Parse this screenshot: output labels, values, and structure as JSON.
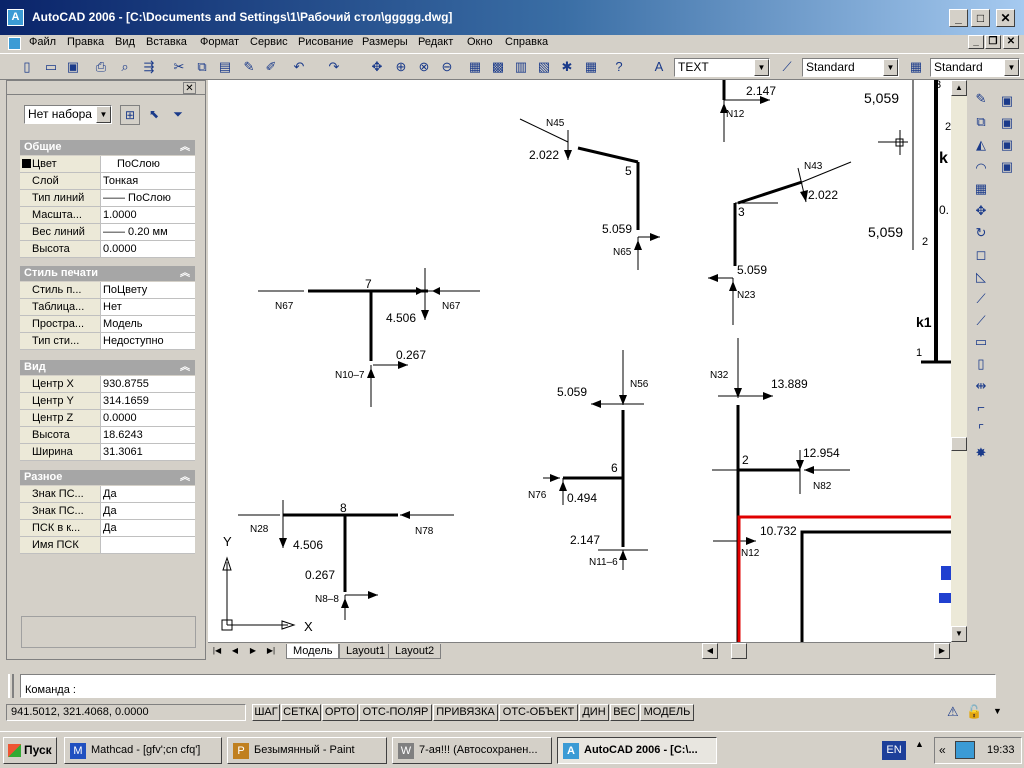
{
  "window": {
    "title": "AutoCAD 2006 - [C:\\Documents and Settings\\1\\Рабочий стол\\ggggg.dwg]"
  },
  "menu": [
    "Файл",
    "Правка",
    "Вид",
    "Вставка",
    "Формат",
    "Сервис",
    "Рисование",
    "Размеры",
    "Редакт",
    "Окно",
    "Справка"
  ],
  "toolbar": {
    "text_style": "TEXT",
    "dim_style": "Standard",
    "table_style": "Standard"
  },
  "palette": {
    "selection": "Нет набора",
    "sections": [
      {
        "title": "Общие",
        "rows": [
          [
            "Цвет",
            "ПоСлою"
          ],
          [
            "Слой",
            "Тонкая"
          ],
          [
            "Тип линий",
            "—— ПоСлою"
          ],
          [
            "Масшта...",
            "1.0000"
          ],
          [
            "Вес линий",
            "—— 0.20 мм"
          ],
          [
            "Высота",
            "0.0000"
          ]
        ]
      },
      {
        "title": "Стиль печати",
        "rows": [
          [
            "Стиль п...",
            "ПоЦвету"
          ],
          [
            "Таблица...",
            "Нет"
          ],
          [
            "Простра...",
            "Модель"
          ],
          [
            "Тип сти...",
            "Недоступно"
          ]
        ]
      },
      {
        "title": "Вид",
        "rows": [
          [
            "Центр X",
            "930.8755"
          ],
          [
            "Центр Y",
            "314.1659"
          ],
          [
            "Центр Z",
            "0.0000"
          ],
          [
            "Высота",
            "18.6243"
          ],
          [
            "Ширина",
            "31.3061"
          ]
        ]
      },
      {
        "title": "Разное",
        "rows": [
          [
            "Знак ПС...",
            "Да"
          ],
          [
            "Знак ПС...",
            "Да"
          ],
          [
            "ПСК в к...",
            "Да"
          ],
          [
            "Имя ПСК",
            ""
          ]
        ]
      }
    ]
  },
  "drawing": {
    "labels": [
      "2.147",
      "N12",
      "N45",
      "2.022",
      "5",
      "N43",
      "2.022",
      "3",
      "5,059",
      "5.059",
      "N65",
      "5.059",
      "N23",
      "N67",
      "7",
      "N67",
      "4.506",
      "0.267",
      "N10–7",
      "N56",
      "5.059",
      "N32",
      "13.889",
      "6",
      "N76",
      "0.494",
      "2",
      "12.954",
      "N82",
      "N28",
      "8",
      "N78",
      "4.506",
      "2.147",
      "N11–6",
      "10.732",
      "N12",
      "0.267",
      "N8–8",
      "Y",
      "X",
      "k",
      "0.",
      "k1",
      "1",
      "2",
      "3",
      "2"
    ],
    "right_values": [
      "5,059",
      "5,059"
    ]
  },
  "tabs": [
    "Модель",
    "Layout1",
    "Layout2"
  ],
  "command": {
    "prompt": "Команда :"
  },
  "status": {
    "coords": "941.5012, 321.4068, 0.0000",
    "buttons": [
      "ШАГ",
      "СЕТКА",
      "ОРТО",
      "ОТС-ПОЛЯР",
      "ПРИВЯЗКА",
      "ОТС-ОБЪЕКТ",
      "ДИН",
      "ВЕС",
      "МОДЕЛЬ"
    ]
  },
  "taskbar": {
    "start": "Пуск",
    "tasks": [
      "Mathcad - [gfv';cn cfq']",
      "Безымянный - Paint",
      "7-ая!!! (Автосохранен...",
      "AutoCAD 2006 - [C:\\..."
    ],
    "lang": "EN",
    "time": "19:33"
  }
}
